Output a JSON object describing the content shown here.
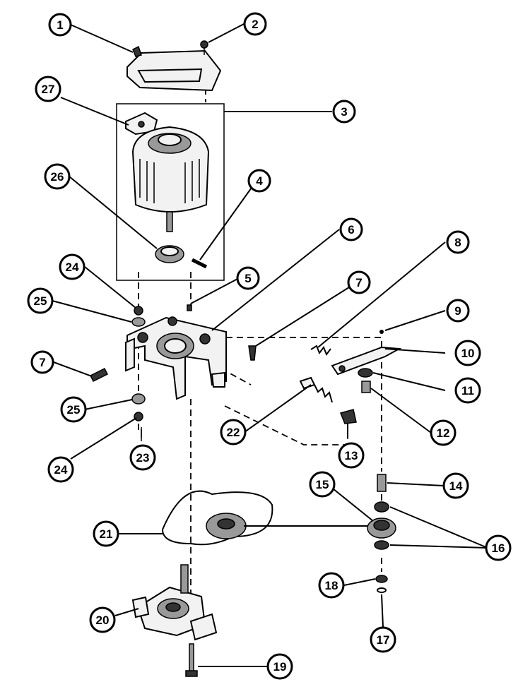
{
  "callouts": [
    {
      "id": "1",
      "label": "1"
    },
    {
      "id": "2",
      "label": "2"
    },
    {
      "id": "3",
      "label": "3"
    },
    {
      "id": "4",
      "label": "4"
    },
    {
      "id": "5",
      "label": "5"
    },
    {
      "id": "6",
      "label": "6"
    },
    {
      "id": "7a",
      "label": "7"
    },
    {
      "id": "7b",
      "label": "7"
    },
    {
      "id": "8",
      "label": "8"
    },
    {
      "id": "9",
      "label": "9"
    },
    {
      "id": "10",
      "label": "10"
    },
    {
      "id": "11",
      "label": "11"
    },
    {
      "id": "12",
      "label": "12"
    },
    {
      "id": "13",
      "label": "13"
    },
    {
      "id": "14",
      "label": "14"
    },
    {
      "id": "15",
      "label": "15"
    },
    {
      "id": "16",
      "label": "16"
    },
    {
      "id": "17",
      "label": "17"
    },
    {
      "id": "18",
      "label": "18"
    },
    {
      "id": "19",
      "label": "19"
    },
    {
      "id": "20",
      "label": "20"
    },
    {
      "id": "21",
      "label": "21"
    },
    {
      "id": "22",
      "label": "22"
    },
    {
      "id": "23",
      "label": "23"
    },
    {
      "id": "24a",
      "label": "24"
    },
    {
      "id": "24b",
      "label": "24"
    },
    {
      "id": "25a",
      "label": "25"
    },
    {
      "id": "25b",
      "label": "25"
    },
    {
      "id": "26",
      "label": "26"
    },
    {
      "id": "27",
      "label": "27"
    }
  ]
}
